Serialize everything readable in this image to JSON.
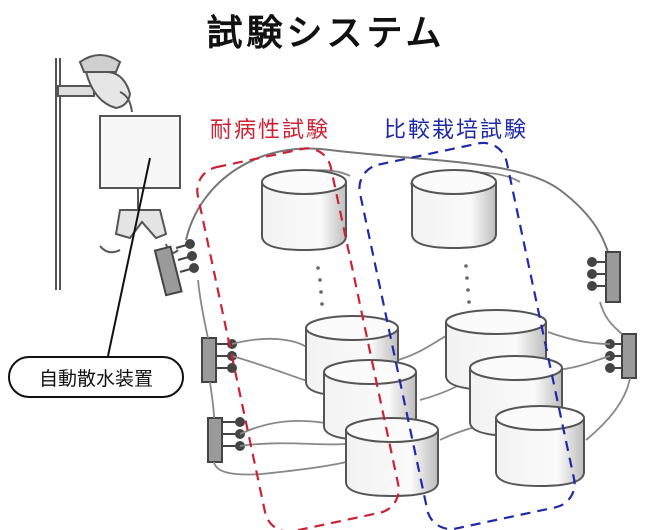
{
  "title": "試験システム",
  "groups": {
    "disease": {
      "label": "耐病性試験",
      "color": "#cc2233"
    },
    "compare": {
      "label": "比較栽培試験",
      "color": "#1f2aa8"
    }
  },
  "callout": {
    "label": "自動散水装置"
  },
  "colors": {
    "sketch": "#555555",
    "dark": "#222222"
  }
}
